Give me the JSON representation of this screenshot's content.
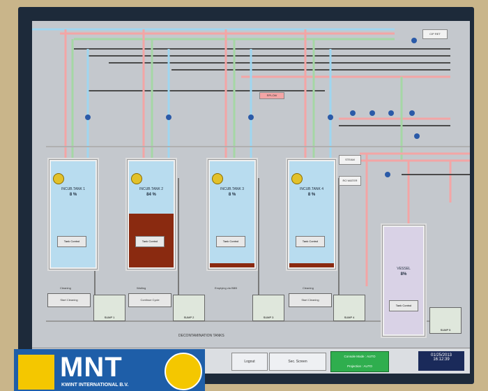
{
  "tanks": [
    {
      "name": "INCUB.TANK 1",
      "pct": "8 %",
      "button": "Tank Control",
      "caption": "Cleaning",
      "action": "Start Cleaning",
      "pump": "SUMP 1"
    },
    {
      "name": "INCUB.TANK 2",
      "pct": "84 %",
      "button": "Tank Control",
      "caption": "Waiting",
      "action": "Continue Cycle",
      "pump": "SUMP 2"
    },
    {
      "name": "INCUB.TANK 3",
      "pct": "8 %",
      "button": "Tank Control",
      "caption": "Emptying via BBB",
      "action": "",
      "pump": "SUMP 3"
    },
    {
      "name": "INCUB.TANK 4",
      "pct": "8 %",
      "button": "Tank Control",
      "caption": "Cleaning",
      "action": "Start Cleaning",
      "pump": "SUMP 4"
    }
  ],
  "vessel": {
    "label": "VESSEL",
    "pct": "8%",
    "button": "Tank Control",
    "pump": "SUMP 5"
  },
  "pipe_tags": [
    "RPLOW",
    "STEAM",
    "RO WATER",
    "CIP RET"
  ],
  "bottom_title": "DECONTAMINATION TANKS",
  "taskbar": {
    "buttons": [
      "",
      "",
      "",
      "",
      "Logout",
      "Sec. Screen"
    ],
    "green_top": "Console Mode : AUTO",
    "green_bottom": "Projection : AUTO",
    "date": "01/25/2013",
    "time": "16:12:39"
  },
  "logo": {
    "name": "MNT",
    "subtitle": "KWINT INTERNATIONAL B.V."
  },
  "colors": {
    "water": "#9fd6f0",
    "hot": "#f3a5a5",
    "green": "#a5d7a5",
    "grey": "#7a7a7a"
  }
}
